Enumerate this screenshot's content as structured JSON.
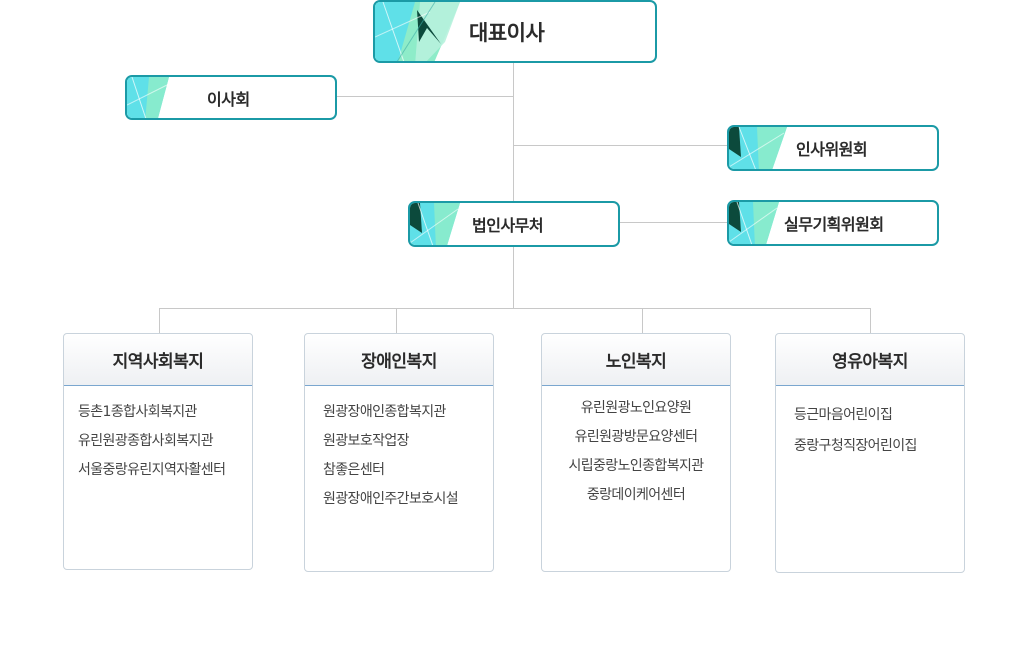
{
  "org": {
    "ceo": "대표이사",
    "board": "이사회",
    "hr_committee": "인사위원회",
    "office": "법인사무처",
    "planning_committee": "실무기획위원회"
  },
  "divisions": [
    {
      "title": "지역사회복지",
      "items": [
        "등촌1종합사회복지관",
        "유린원광종합사회복지관",
        "서울중랑유린지역자활센터"
      ]
    },
    {
      "title": "장애인복지",
      "items": [
        "원광장애인종합복지관",
        "원광보호작업장",
        "참좋은센터",
        "원광장애인주간보호시설"
      ]
    },
    {
      "title": "노인복지",
      "items": [
        "유린원광노인요양원",
        "유린원광방문요양센터",
        "시립중랑노인종합복지관",
        "중랑데이케어센터"
      ]
    },
    {
      "title": "영유아복지",
      "items": [
        "등근마음어린이집",
        "중랑구청직장어린이집"
      ]
    }
  ],
  "colors": {
    "accent": "#1b9aa6",
    "light_teal": "#5fe0e8",
    "mint": "#8eecc9",
    "dark": "#0c4a3c",
    "connector": "#c8c8c8"
  },
  "decoration_icon": "teal-geometric-pattern"
}
